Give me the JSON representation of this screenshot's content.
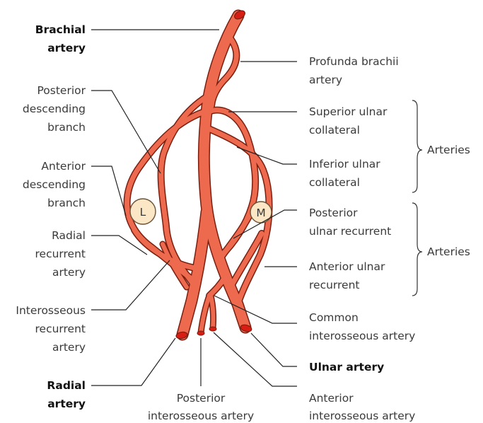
{
  "labels": {
    "brachial": [
      "Brachial",
      "artery"
    ],
    "profunda": [
      "Profunda brachii",
      "artery"
    ],
    "posterior_descending": [
      "Posterior",
      "descending",
      "branch"
    ],
    "superior_ulnar": [
      "Superior ulnar",
      "collateral"
    ],
    "inferior_ulnar": [
      "Inferior ulnar",
      "collateral"
    ],
    "arteries_top": "Arteries",
    "anterior_descending": [
      "Anterior",
      "descending",
      "branch"
    ],
    "posterior_ulnar_recurrent": [
      "Posterior",
      "ulnar recurrent"
    ],
    "arteries_bottom": "Arteries",
    "radial_recurrent": [
      "Radial",
      "recurrent",
      "artery"
    ],
    "anterior_ulnar_recurrent": [
      "Anterior ulnar",
      "recurrent"
    ],
    "interosseous_recurrent": [
      "Interosseous",
      "recurrent",
      "artery"
    ],
    "common_interosseous": [
      "Common",
      "interosseous artery"
    ],
    "ulnar_artery": "Ulnar artery",
    "radial_artery": [
      "Radial",
      "artery"
    ],
    "posterior_interosseous": [
      "Posterior",
      "interosseous artery"
    ],
    "anterior_interosseous": [
      "Anterior",
      "interosseous artery"
    ],
    "lateral_epicondyle": "L",
    "medial_epicondyle": "M"
  },
  "colors": {
    "vessel_fill": "#ee6a4e",
    "vessel_outline": "#7a1f10",
    "vessel_lumen": "#d81e14",
    "bone_fill": "#fbe7c6",
    "bone_outline": "#6b5235"
  }
}
